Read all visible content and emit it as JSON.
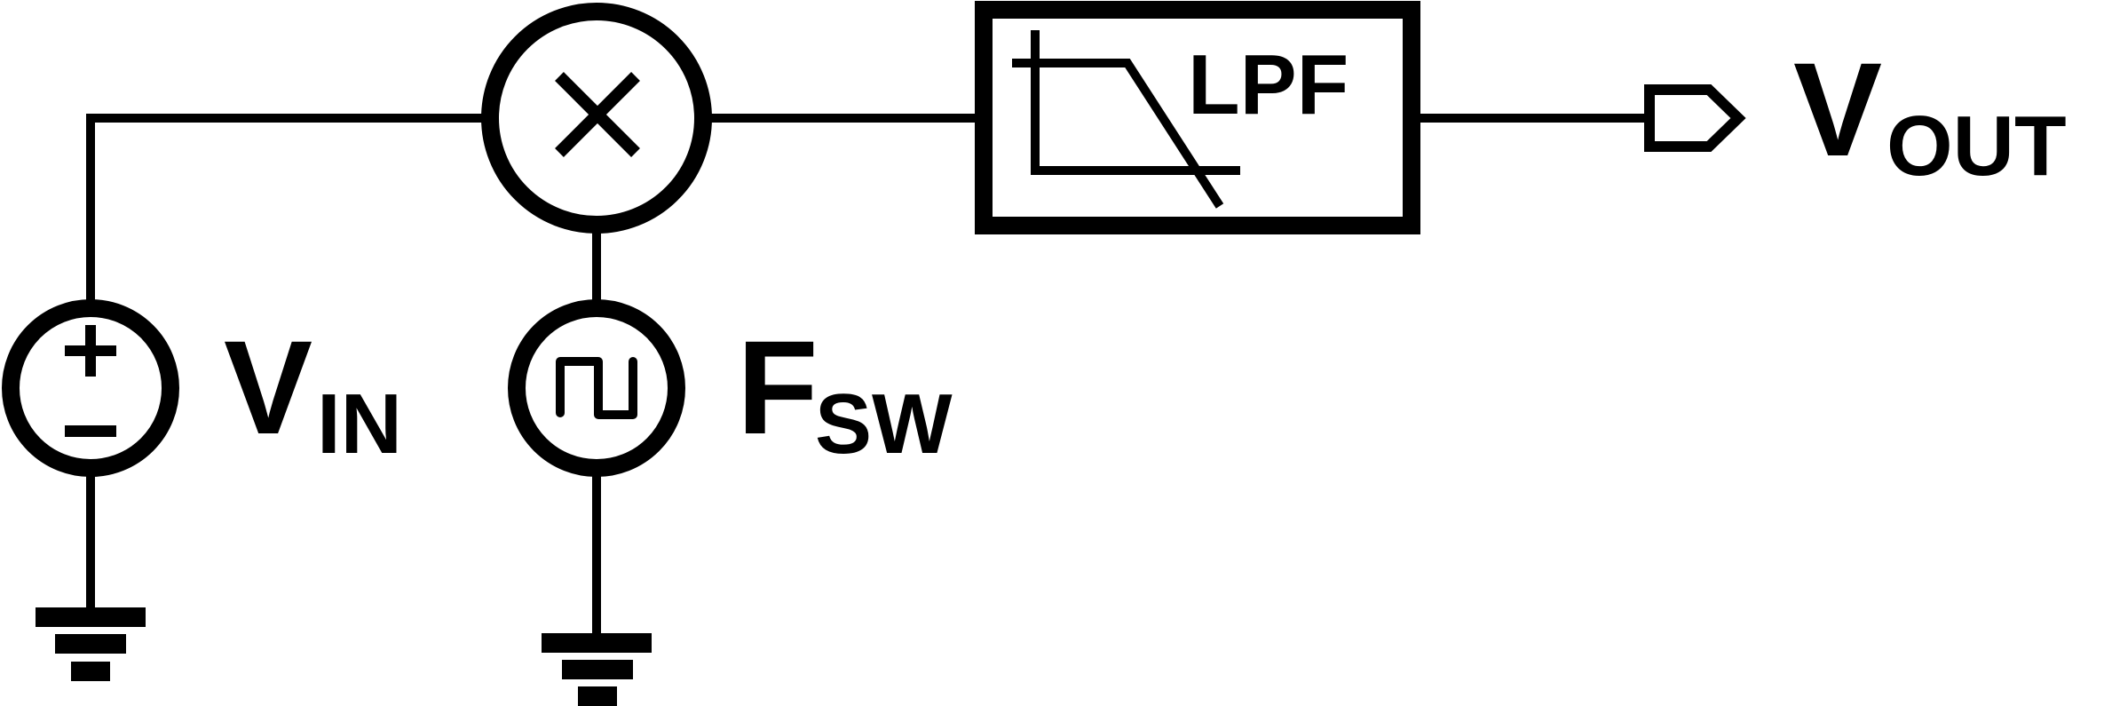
{
  "diagram": {
    "source": {
      "plus_sign": "+",
      "label_main": "V",
      "label_sub": "IN"
    },
    "mixer": {
      "symbol": "×"
    },
    "switch_source": {
      "label_main": "F",
      "label_sub": "SW"
    },
    "filter": {
      "label": "LPF"
    },
    "output": {
      "label_main": "V",
      "label_sub": "OUT"
    },
    "colors": {
      "stroke": "#000000",
      "background": "#ffffff"
    }
  }
}
